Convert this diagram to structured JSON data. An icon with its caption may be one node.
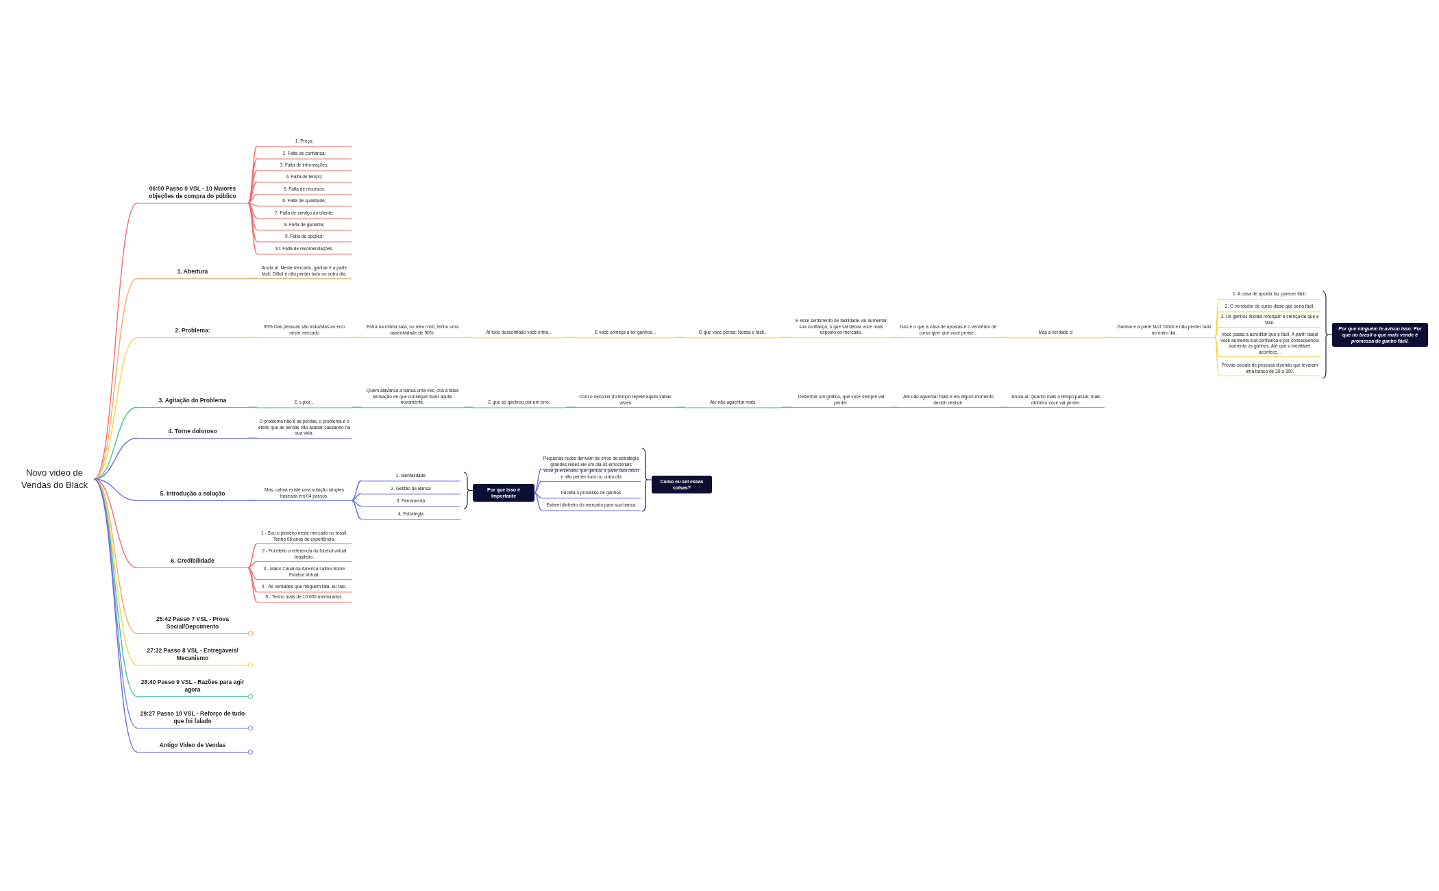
{
  "diagram": {
    "nodes": [
      {
        "text": [
          "Novo video de Vendas do Black"
        ]
      },
      {
        "text": [
          "06:00 Passo 0 VSL - 10 Maiores objeções de compra do público"
        ]
      },
      {
        "text": [
          "1. Preço;"
        ]
      },
      {
        "text": [
          "2. Falta de confiança;"
        ]
      },
      {
        "text": [
          "3. Falta de informações;"
        ]
      },
      {
        "text": [
          "4. Falta de tempo;"
        ]
      },
      {
        "text": [
          "5. Falta de recursos;"
        ]
      },
      {
        "text": [
          "6. Falta de qualidade;"
        ]
      },
      {
        "text": [
          "7. Falta de serviço ao cliente;"
        ]
      },
      {
        "text": [
          "8. Falta de garantia;"
        ]
      },
      {
        "text": [
          "9. Falta de opções;"
        ]
      },
      {
        "text": [
          "10. Falta de recomendações."
        ]
      },
      {
        "text": [
          "1. Abertura"
        ]
      },
      {
        "text": [
          "Anota ai: Neste mercado, ganhar é a parte fácil. Difícil é não perder tudo no outro dia."
        ]
      },
      {
        "text": [
          "2. Problema:"
        ]
      },
      {
        "text": [
          "90% Das pessoas são induzidas ao erro neste mercado"
        ]
      },
      {
        "text": [
          "Entra na minha sala, no meu robô, tenho uma assertividade de 90%."
        ]
      },
      {
        "text": [
          "Ai todo desconfiado voce entra..."
        ]
      },
      {
        "text": [
          "E voce começa a ter ganhos..."
        ]
      },
      {
        "text": [
          "O que voce pensa: Nossa e fácil..."
        ]
      },
      {
        "text": [
          "E esse sentimento de facilidade vai aumentar sua confiança, o que vai deixar voce mais exposto ao mercado."
        ]
      },
      {
        "text": [
          "Isso e o que a casa de apostas e o vendedor de curso quer que voce pense..."
        ]
      },
      {
        "text": [
          "Mas a verdade e:"
        ]
      },
      {
        "text": [
          "Ganhar e a parte fácil. Difícil e não perder tudo no outro dia."
        ]
      },
      {
        "text": [
          "1. A casa de aposta faz parecer fácil."
        ]
      },
      {
        "text": [
          "2. O vendedor de curso disse que seria fácil."
        ]
      },
      {
        "text": [
          "3. Os ganhos iniciais reforçam a crença de que é fácil."
        ]
      },
      {
        "text": [
          "Você passa a acreditar que é fácil, A partir daqui você aumenta sua confiança e por consequencia aumenta os ganhos. Até que o inevitável acontece..."
        ]
      },
      {
        "text": [
          "Provas sociais de pessoas dizendo que levaram uma banca de 30 a 300."
        ]
      },
      {
        "text": [
          "Por que ninguém te avisou isso: Por que no brasil o que mais vende é promessa de ganho fácil."
        ]
      },
      {
        "text": [
          "3. Agitação do Problema"
        ]
      },
      {
        "text": [
          "E o pior..."
        ]
      },
      {
        "text": [
          "Quem alavanca a banca uma vez, cria a falsa sensação de que consegue fazer aquilo novamente."
        ]
      },
      {
        "text": [
          "E que só quebrou por um erro."
        ]
      },
      {
        "text": [
          "Com o decorrer do tempo repete aquilo várias vezes"
        ]
      },
      {
        "text": [
          "Ate não aguentar mais."
        ]
      },
      {
        "text": [
          "Desenhar um gráfico, que voce sempre vai perder."
        ]
      },
      {
        "text": [
          "Ate não aguentar mais e em algum momento decidir desistir."
        ]
      },
      {
        "text": [
          "Anota ai: Quanto mais o tempo passar, mais dinheiro voce vai perder."
        ]
      },
      {
        "text": [
          "4. Torne doloroso"
        ]
      },
      {
        "text": [
          "O problema não é as perdas, o problema é o efeito que as perdas vão acabar causando na sua vida."
        ]
      },
      {
        "text": [
          "5. Introdução a solução"
        ]
      },
      {
        "text": [
          "Mas, calma existe uma solução simples baseada em 04 passos."
        ]
      },
      {
        "text": [
          "1. Mentalidade"
        ]
      },
      {
        "text": [
          "2. Gestão de Banca"
        ]
      },
      {
        "text": [
          "3. Ferramenta"
        ]
      },
      {
        "text": [
          "4. Estrategia"
        ]
      },
      {
        "text": [
          "Por que isso é importante"
        ]
      },
      {
        "text": [
          "Pequenas redes derivam de erros de estrategia grandes redes ele um dia os emocionais"
        ]
      },
      {
        "text": [
          "Voce já entendeu que ganhar a parte fácil difícil e não perder tudo no outro dia"
        ]
      },
      {
        "text": [
          "Facilita o processo de ganhos"
        ]
      },
      {
        "text": [
          "Estreei dinheiro do mercado para sua banca"
        ]
      },
      {
        "text": [
          "Como eu sei essas coisas?"
        ]
      },
      {
        "text": [
          "6. Credibilidade"
        ]
      },
      {
        "text": [
          "1 - Sou o pioneiro neste mercado no brasil. Tenho 06 anos de experiência."
        ]
      },
      {
        "text": [
          "2 - Fui eleito a referencia do futebol virtual brasileiro."
        ]
      },
      {
        "text": [
          "3 - Maior Canal da America Latina Sobre Futebol Virtual."
        ]
      },
      {
        "text": [
          "4 - As verdades que ninguem fala, eu falo."
        ]
      },
      {
        "text": [
          "5 - Tenho mais de 10.000 mentorados."
        ]
      },
      {
        "text": [
          "25:42 Passo 7 VSL - Prova Social/Depoimento"
        ]
      },
      {
        "text": [
          "27:32 Passo 8 VSL - Entregáveis/ Mecanismo"
        ]
      },
      {
        "text": [
          "28:40 Passo 9 VSL - Razões para agir agora"
        ]
      },
      {
        "text": [
          "29:27 Passo 10 VSL - Reforço de tudo que foi falado"
        ]
      },
      {
        "text": [
          "Antigo Video de Vendas"
        ]
      }
    ],
    "edges": [
      {
        "from": 0,
        "to": 1,
        "arrow": "none",
        "color": "#f26b6b"
      },
      {
        "from": 1,
        "to": 2,
        "arrow": "none",
        "color": "#f26b6b"
      },
      {
        "from": 1,
        "to": 3,
        "arrow": "none",
        "color": "#f26b6b"
      },
      {
        "from": 1,
        "to": 4,
        "arrow": "none",
        "color": "#f26b6b"
      },
      {
        "from": 1,
        "to": 5,
        "arrow": "none",
        "color": "#f26b6b"
      },
      {
        "from": 1,
        "to": 6,
        "arrow": "none",
        "color": "#f26b6b"
      },
      {
        "from": 1,
        "to": 7,
        "arrow": "none",
        "color": "#f26b6b"
      },
      {
        "from": 1,
        "to": 8,
        "arrow": "none",
        "color": "#f26b6b"
      },
      {
        "from": 1,
        "to": 9,
        "arrow": "none",
        "color": "#f26b6b"
      },
      {
        "from": 1,
        "to": 10,
        "arrow": "none",
        "color": "#f26b6b"
      },
      {
        "from": 1,
        "to": 11,
        "arrow": "none",
        "color": "#f26b6b"
      },
      {
        "from": 0,
        "to": 12,
        "arrow": "none",
        "color": "#f9a964"
      },
      {
        "from": 12,
        "to": 13,
        "arrow": "none",
        "color": "#f9a964"
      },
      {
        "from": 0,
        "to": 14,
        "arrow": "none",
        "color": "#f5d546"
      },
      {
        "from": 14,
        "to": 15,
        "arrow": "none",
        "color": "#f5d546"
      },
      {
        "from": 15,
        "to": 16,
        "arrow": "none",
        "color": "#f5d546"
      },
      {
        "from": 16,
        "to": 17,
        "arrow": "none",
        "color": "#f5d546"
      },
      {
        "from": 17,
        "to": 18,
        "arrow": "none",
        "color": "#f5d546"
      },
      {
        "from": 18,
        "to": 19,
        "arrow": "none",
        "color": "#f5d546"
      },
      {
        "from": 19,
        "to": 20,
        "arrow": "none",
        "color": "#f5d546"
      },
      {
        "from": 20,
        "to": 21,
        "arrow": "none",
        "color": "#f5d546"
      },
      {
        "from": 21,
        "to": 22,
        "arrow": "none",
        "color": "#f5d546"
      },
      {
        "from": 22,
        "to": 23,
        "arrow": "none",
        "color": "#f5d546"
      },
      {
        "from": 23,
        "to": 24,
        "arrow": "none",
        "color": "#f5d546"
      },
      {
        "from": 23,
        "to": 25,
        "arrow": "none",
        "color": "#f5d546"
      },
      {
        "from": 23,
        "to": 26,
        "arrow": "none",
        "color": "#f5d546"
      },
      {
        "from": 23,
        "to": 27,
        "arrow": "none",
        "color": "#f5d546"
      },
      {
        "from": 23,
        "to": 28,
        "arrow": "none",
        "color": "#f5d546"
      },
      {
        "from": 0,
        "to": 30,
        "arrow": "none",
        "color": "#3fc595"
      },
      {
        "from": 30,
        "to": 31,
        "arrow": "none",
        "color": "#3fc595"
      },
      {
        "from": 31,
        "to": 32,
        "arrow": "none",
        "color": "#3fc595"
      },
      {
        "from": 32,
        "to": 33,
        "arrow": "none",
        "color": "#3fc595"
      },
      {
        "from": 33,
        "to": 34,
        "arrow": "none",
        "color": "#3fc595"
      },
      {
        "from": 34,
        "to": 35,
        "arrow": "none",
        "color": "#3fc595"
      },
      {
        "from": 35,
        "to": 36,
        "arrow": "none",
        "color": "#3fc595"
      },
      {
        "from": 36,
        "to": 37,
        "arrow": "none",
        "color": "#3fc595"
      },
      {
        "from": 37,
        "to": 38,
        "arrow": "none",
        "color": "#3fc595"
      },
      {
        "from": 0,
        "to": 39,
        "arrow": "none",
        "color": "#6b72e0"
      },
      {
        "from": 39,
        "to": 40,
        "arrow": "none",
        "color": "#6b72e0"
      },
      {
        "from": 0,
        "to": 41,
        "arrow": "none",
        "color": "#6b72e0"
      },
      {
        "from": 41,
        "to": 42,
        "arrow": "none",
        "color": "#6b72e0"
      },
      {
        "from": 42,
        "to": 43,
        "arrow": "none",
        "color": "#6b72e0"
      },
      {
        "from": 42,
        "to": 44,
        "arrow": "none",
        "color": "#6b72e0"
      },
      {
        "from": 42,
        "to": 45,
        "arrow": "none",
        "color": "#6b72e0"
      },
      {
        "from": 42,
        "to": 46,
        "arrow": "none",
        "color": "#6b72e0"
      },
      {
        "from": 47,
        "to": 48,
        "arrow": "none",
        "color": "#6b72e0"
      },
      {
        "from": 47,
        "to": 49,
        "arrow": "none",
        "color": "#6b72e0"
      },
      {
        "from": 47,
        "to": 50,
        "arrow": "none",
        "color": "#6b72e0"
      },
      {
        "from": 47,
        "to": 51,
        "arrow": "none",
        "color": "#6b72e0"
      },
      {
        "from": 0,
        "to": 53,
        "arrow": "none",
        "color": "#f26b6b"
      },
      {
        "from": 53,
        "to": 54,
        "arrow": "none",
        "color": "#f26b6b"
      },
      {
        "from": 53,
        "to": 55,
        "arrow": "none",
        "color": "#f26b6b"
      },
      {
        "from": 53,
        "to": 56,
        "arrow": "none",
        "color": "#f26b6b"
      },
      {
        "from": 53,
        "to": 57,
        "arrow": "none",
        "color": "#f26b6b"
      },
      {
        "from": 53,
        "to": 58,
        "arrow": "none",
        "color": "#f26b6b"
      },
      {
        "from": 0,
        "to": 59,
        "arrow": "none",
        "color": "#f9a964"
      },
      {
        "from": 0,
        "to": 60,
        "arrow": "none",
        "color": "#f5d546"
      },
      {
        "from": 0,
        "to": 61,
        "arrow": "none",
        "color": "#3fc595"
      },
      {
        "from": 0,
        "to": 62,
        "arrow": "none",
        "color": "#6d86e8"
      },
      {
        "from": 0,
        "to": 63,
        "arrow": "none",
        "color": "#6b66d9"
      }
    ]
  }
}
